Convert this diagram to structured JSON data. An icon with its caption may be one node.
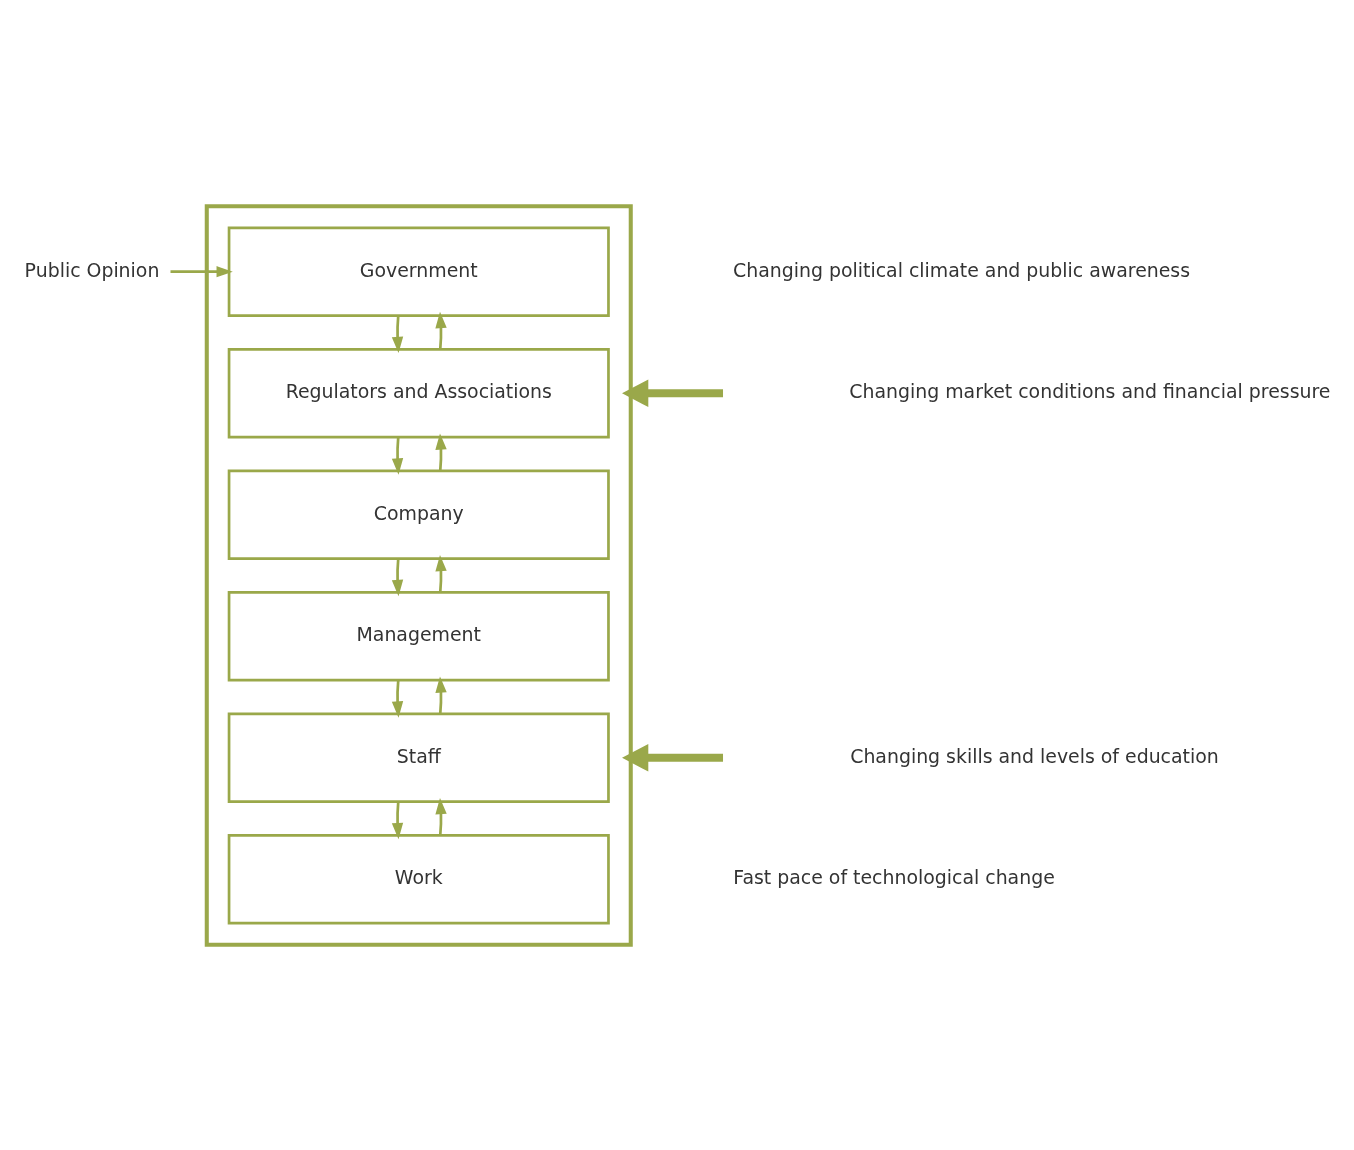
{
  "diagram": {
    "nodes": [
      {
        "text": [],
        "shape": "box"
      },
      {
        "text": [
          "Government"
        ],
        "in": 0
      },
      {
        "text": [
          "Regulators and Associations"
        ],
        "in": 0
      },
      {
        "text": [
          "Company"
        ],
        "in": 0
      },
      {
        "text": [
          "Management"
        ],
        "in": 0
      },
      {
        "text": [
          "Staff"
        ],
        "in": 0
      },
      {
        "text": [
          "Work"
        ],
        "in": 0
      },
      {
        "text": [
          "Public Opinion"
        ]
      }
    ],
    "edges": [
      {
        "from": 7,
        "to": 1,
        "arrow": "to"
      },
      {
        "from": 1,
        "to": 2,
        "arrow": "to"
      },
      {
        "from": 2,
        "to": 1,
        "arrow": "to"
      },
      {
        "from": 2,
        "to": 3,
        "arrow": "to"
      },
      {
        "from": 3,
        "to": 2,
        "arrow": "to"
      },
      {
        "from": 3,
        "to": 4,
        "arrow": "to"
      },
      {
        "from": 4,
        "to": 3,
        "arrow": "to"
      },
      {
        "from": 4,
        "to": 5,
        "arrow": "to"
      },
      {
        "from": 5,
        "to": 4,
        "arrow": "to"
      },
      {
        "from": 5,
        "to": 6,
        "arrow": "to"
      },
      {
        "from": 6,
        "to": 5,
        "arrow": "to"
      },
      {
        "from": null,
        "to": 0,
        "arrow": "to",
        "style": "thick"
      },
      {
        "from": null,
        "to": 0,
        "arrow": "to",
        "style": "thick"
      }
    ],
    "labels": [
      "Changing political climate and public awareness",
      "Changing market conditions and financial pressure",
      "Changing skills and levels of education",
      "Fast pace of technological change"
    ]
  }
}
